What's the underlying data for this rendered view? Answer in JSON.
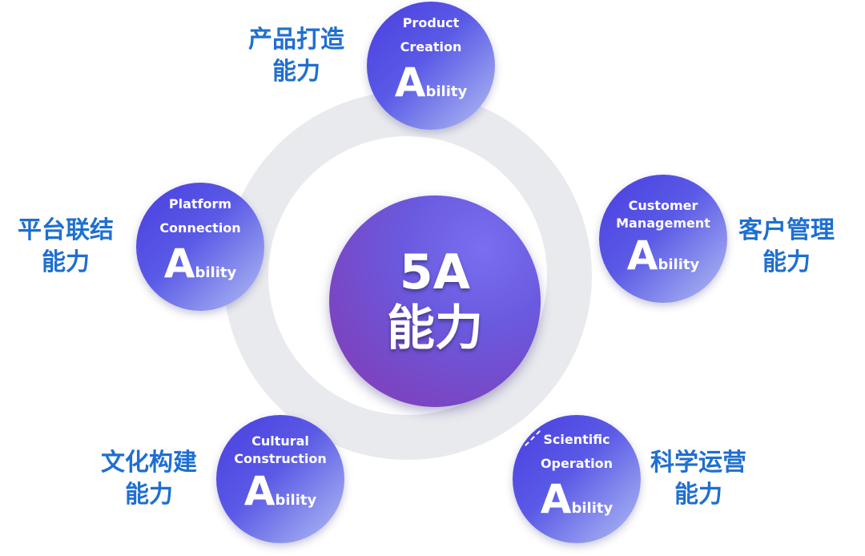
{
  "center": {
    "line1": "5A",
    "line2": "能力"
  },
  "nodes": [
    {
      "line1": "Product",
      "line2": "Creation",
      "big": "A",
      "small": "bility",
      "label1": "产品打造",
      "label2": "能力"
    },
    {
      "line1": "Customer",
      "line2": "Management",
      "big": "A",
      "small": "bility",
      "label1": "客户管理",
      "label2": "能力"
    },
    {
      "line1": "Scientific",
      "line2": "Operation",
      "big": "A",
      "small": "bility",
      "label1": "科学运营",
      "label2": "能力"
    },
    {
      "line1": "Cultural",
      "line2": "Construction",
      "big": "A",
      "small": "bility",
      "label1": "文化构建",
      "label2": "能力"
    },
    {
      "line1": "Platform",
      "line2": "Connection",
      "big": "A",
      "small": "bility",
      "label1": "平台联结",
      "label2": "能力"
    }
  ],
  "colors": {
    "label": "#1f6fd0",
    "ring": "#e9eaee",
    "node_start": "#4a3ee0",
    "node_end": "#b9bff3",
    "center": "#6a5adf"
  }
}
